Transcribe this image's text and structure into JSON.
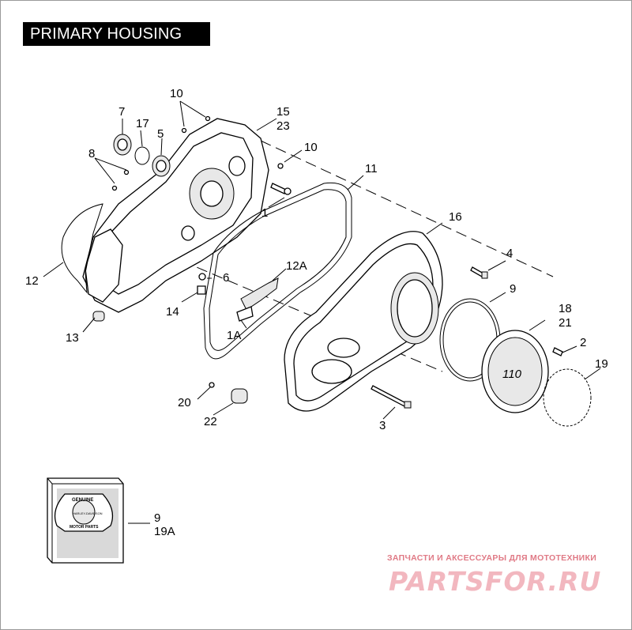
{
  "title": "PRIMARY HOUSING",
  "callouts": {
    "c10a": "10",
    "c15": "15",
    "c23": "23",
    "c7": "7",
    "c17": "17",
    "c5": "5",
    "c8": "8",
    "c10b": "10",
    "c11": "11",
    "c1": "1",
    "c16": "16",
    "c12": "12",
    "c6": "6",
    "c12a": "12A",
    "c4": "4",
    "c14": "14",
    "c9": "9",
    "c13": "13",
    "c18": "18",
    "c21": "21",
    "c1a": "1A",
    "c2": "2",
    "c19": "19",
    "c20": "20",
    "c3": "3",
    "c22": "22",
    "kit9": "9",
    "kit19a": "19A"
  },
  "derby_cover_marking": "110",
  "kit_box": {
    "badge_top": "GENUINE",
    "badge_mid": "HARLEY-DAVIDSON",
    "badge_bottom": "MOTOR PARTS"
  },
  "watermark": {
    "tagline": "ЗАПЧАСТИ И АКСЕССУАРЫ ДЛЯ МОТОТЕХНИКИ",
    "logo": "PARTSFOR.RU"
  },
  "colors": {
    "title_bg": "#000000",
    "title_fg": "#ffffff",
    "watermark": "#e07a86"
  }
}
